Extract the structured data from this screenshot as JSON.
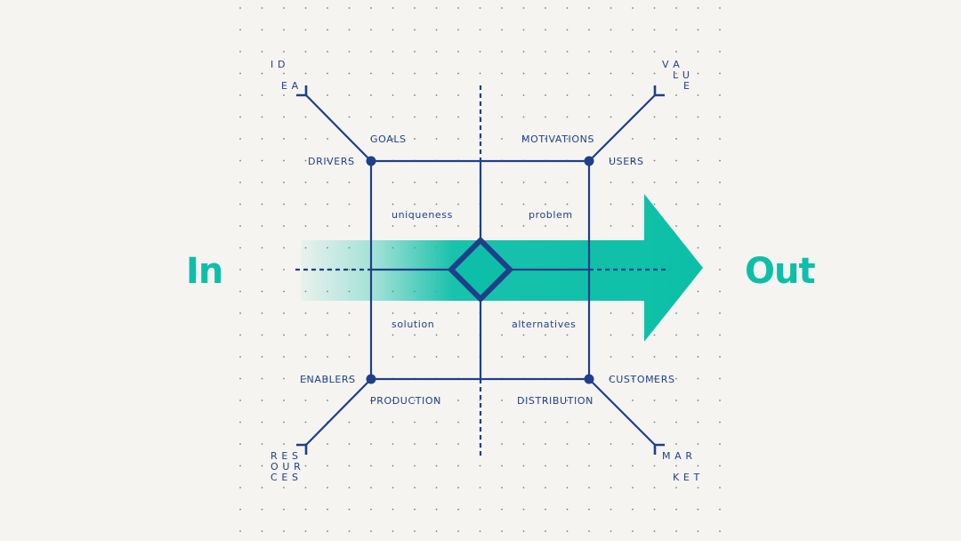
{
  "colors": {
    "background": "#f5f4f1",
    "navy": "#1f3f8a",
    "teal": "#0dbfa8",
    "dot": "#7d7d7d"
  },
  "labels": {
    "in": "In",
    "out": "Out",
    "goals": "GOALS",
    "motivations": "MOTIVATIONS",
    "drivers": "DRIVERS",
    "users": "USERS",
    "uniqueness": "uniqueness",
    "problem": "problem",
    "solution": "solution",
    "alternatives": "alternatives",
    "enablers": "ENABLERS",
    "customers": "CUSTOMERS",
    "production": "PRODUCTION",
    "distribution": "DISTRIBUTION",
    "idea": [
      "I D",
      "E A"
    ],
    "value": [
      "V A",
      "L U",
      "E"
    ],
    "resources": [
      "R E S",
      "O U R",
      "C E S"
    ],
    "market": [
      "M A R",
      "K E T"
    ]
  }
}
